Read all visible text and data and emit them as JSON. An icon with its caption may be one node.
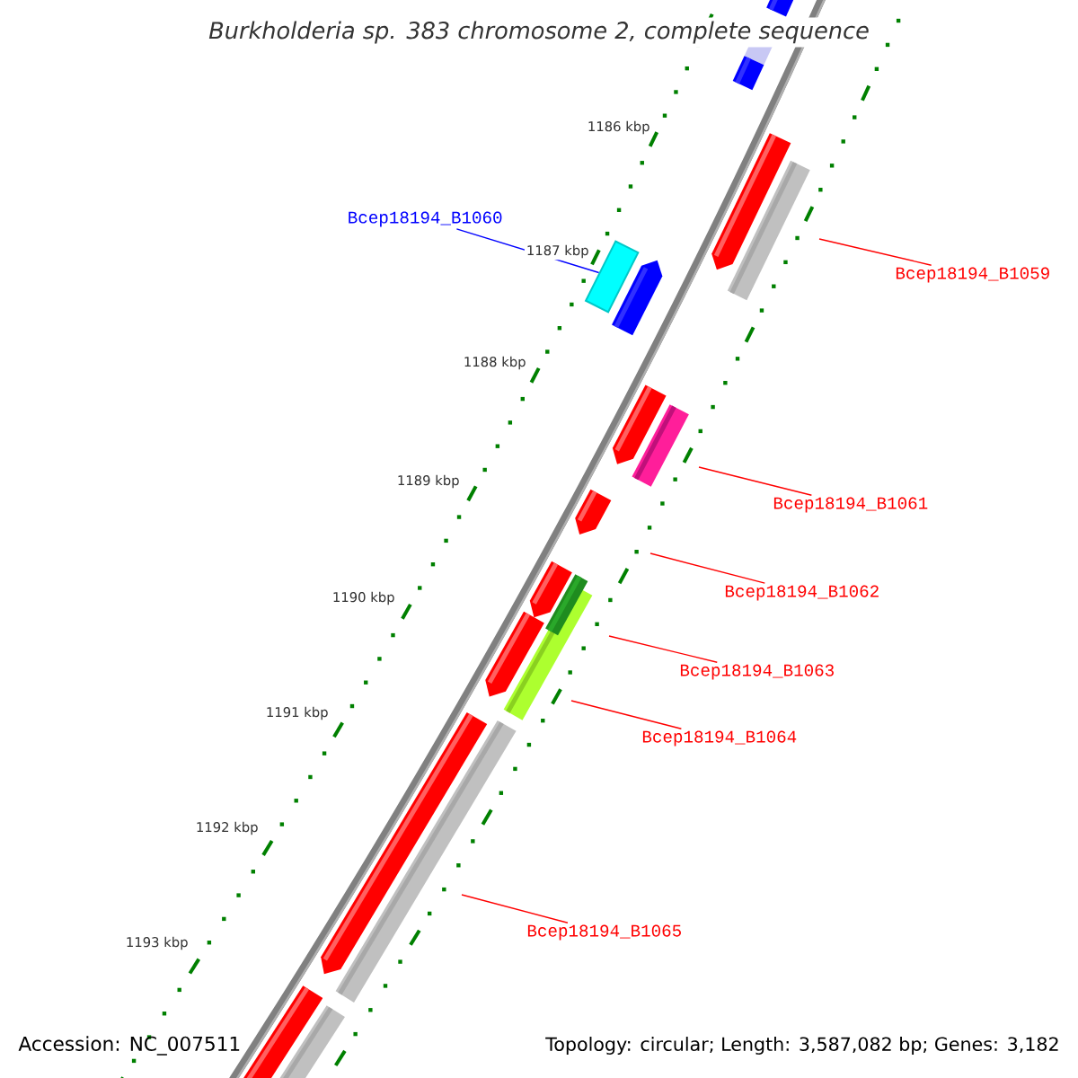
{
  "diagram": {
    "title": "Burkholderia sp. 383 chromosome 2, complete sequence",
    "nodes": [
      {
        "text": [
          "Bcep18194_B1060"
        ]
      },
      {
        "text": [
          "Bcep18194_B1059"
        ]
      },
      {
        "text": [
          "Bcep18194_B1061"
        ]
      },
      {
        "text": [
          "Bcep18194_B1062"
        ]
      },
      {
        "text": [
          "Bcep18194_B1063"
        ]
      },
      {
        "text": [
          "Bcep18194_B1064"
        ]
      },
      {
        "text": [
          "Bcep18194_B1065"
        ]
      },
      {
        "text": [],
        "shape": "bar"
      }
    ],
    "edges": [
      {
        "from": 0,
        "to": 7,
        "arrow": "none",
        "color": "#0000ff"
      },
      {
        "from": 1,
        "to": null,
        "arrow": "none"
      },
      {
        "from": 2,
        "to": null,
        "arrow": "none"
      },
      {
        "from": 3,
        "to": null,
        "arrow": "none"
      },
      {
        "from": 4,
        "to": null,
        "arrow": "none"
      },
      {
        "from": 5,
        "to": null,
        "arrow": "none"
      },
      {
        "from": 6,
        "to": null,
        "arrow": "none"
      }
    ],
    "labels": [
      "1186 kbp",
      "1187 kbp",
      "1188 kbp",
      "1189 kbp",
      "1190 kbp",
      "1191 kbp",
      "1192 kbp",
      "1193 kbp",
      "Accession: NC_007511",
      "Topology: circular; Length: 3,587,082 bp; Genes: 3,182"
    ]
  }
}
